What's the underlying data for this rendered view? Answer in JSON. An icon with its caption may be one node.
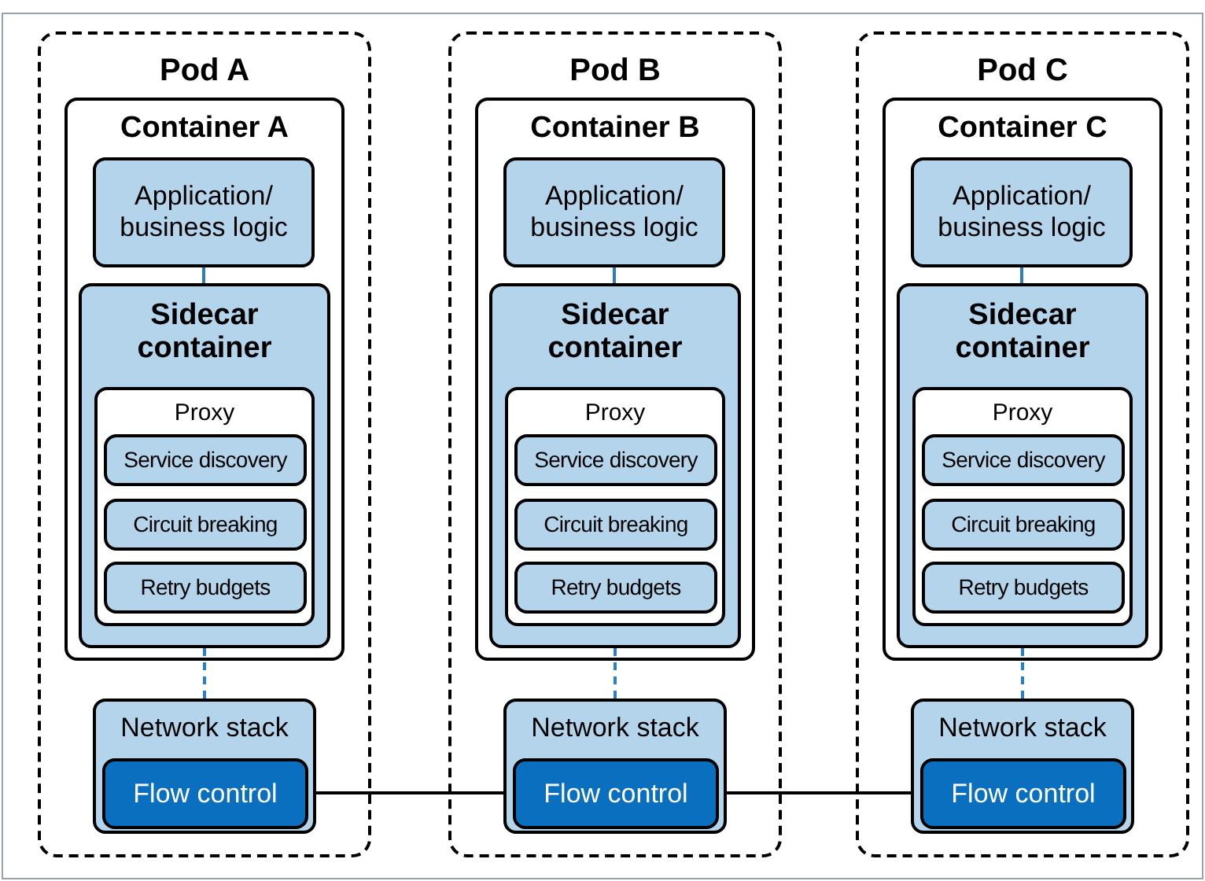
{
  "diagram": {
    "nodes": [
      {
        "text": [
          "Pod A"
        ]
      },
      {
        "text": [
          "Container A"
        ],
        "in": 0
      },
      {
        "text": [
          "Application/ business logic"
        ],
        "in": 1
      },
      {
        "text": [
          "Sidecar container"
        ],
        "in": 1
      },
      {
        "text": [
          "Proxy"
        ],
        "in": 3
      },
      {
        "text": [
          "Service discovery"
        ],
        "in": 4
      },
      {
        "text": [
          "Circuit breaking"
        ],
        "in": 4
      },
      {
        "text": [
          "Retry budgets"
        ],
        "in": 4
      },
      {
        "text": [
          "Network stack"
        ],
        "in": 0
      },
      {
        "text": [
          "Flow control"
        ],
        "in": 8
      },
      {
        "text": [
          "Pod B"
        ]
      },
      {
        "text": [
          "Container B"
        ],
        "in": 10
      },
      {
        "text": [
          "Application/ business logic"
        ],
        "in": 11
      },
      {
        "text": [
          "Sidecar container"
        ],
        "in": 11
      },
      {
        "text": [
          "Proxy"
        ],
        "in": 13
      },
      {
        "text": [
          "Service discovery"
        ],
        "in": 14
      },
      {
        "text": [
          "Circuit breaking"
        ],
        "in": 14
      },
      {
        "text": [
          "Retry budgets"
        ],
        "in": 14
      },
      {
        "text": [
          "Network stack"
        ],
        "in": 10
      },
      {
        "text": [
          "Flow control"
        ],
        "in": 18
      },
      {
        "text": [
          "Pod C"
        ]
      },
      {
        "text": [
          "Container C"
        ],
        "in": 20
      },
      {
        "text": [
          "Application/ business logic"
        ],
        "in": 21
      },
      {
        "text": [
          "Sidecar container"
        ],
        "in": 21
      },
      {
        "text": [
          "Proxy"
        ],
        "in": 23
      },
      {
        "text": [
          "Service discovery"
        ],
        "in": 24
      },
      {
        "text": [
          "Circuit breaking"
        ],
        "in": 24
      },
      {
        "text": [
          "Retry budgets"
        ],
        "in": 24
      },
      {
        "text": [
          "Network stack"
        ],
        "in": 20
      },
      {
        "text": [
          "Flow control"
        ],
        "in": 28
      }
    ],
    "edges": [
      {
        "from": 2,
        "to": 3,
        "arrow": "none",
        "color": "#2a7fc4"
      },
      {
        "from": 3,
        "to": 8,
        "arrow": "none",
        "style": "dashed",
        "color": "#2a7fc4"
      },
      {
        "from": 12,
        "to": 13,
        "arrow": "none",
        "color": "#2a7fc4"
      },
      {
        "from": 13,
        "to": 18,
        "arrow": "none",
        "style": "dashed",
        "color": "#2a7fc4"
      },
      {
        "from": 22,
        "to": 23,
        "arrow": "none",
        "color": "#2a7fc4"
      },
      {
        "from": 23,
        "to": 28,
        "arrow": "none",
        "style": "dashed",
        "color": "#2a7fc4"
      },
      {
        "from": 8,
        "to": 18,
        "arrow": "none",
        "color": "#000000"
      },
      {
        "from": 18,
        "to": 28,
        "arrow": "none",
        "color": "#000000"
      }
    ]
  }
}
